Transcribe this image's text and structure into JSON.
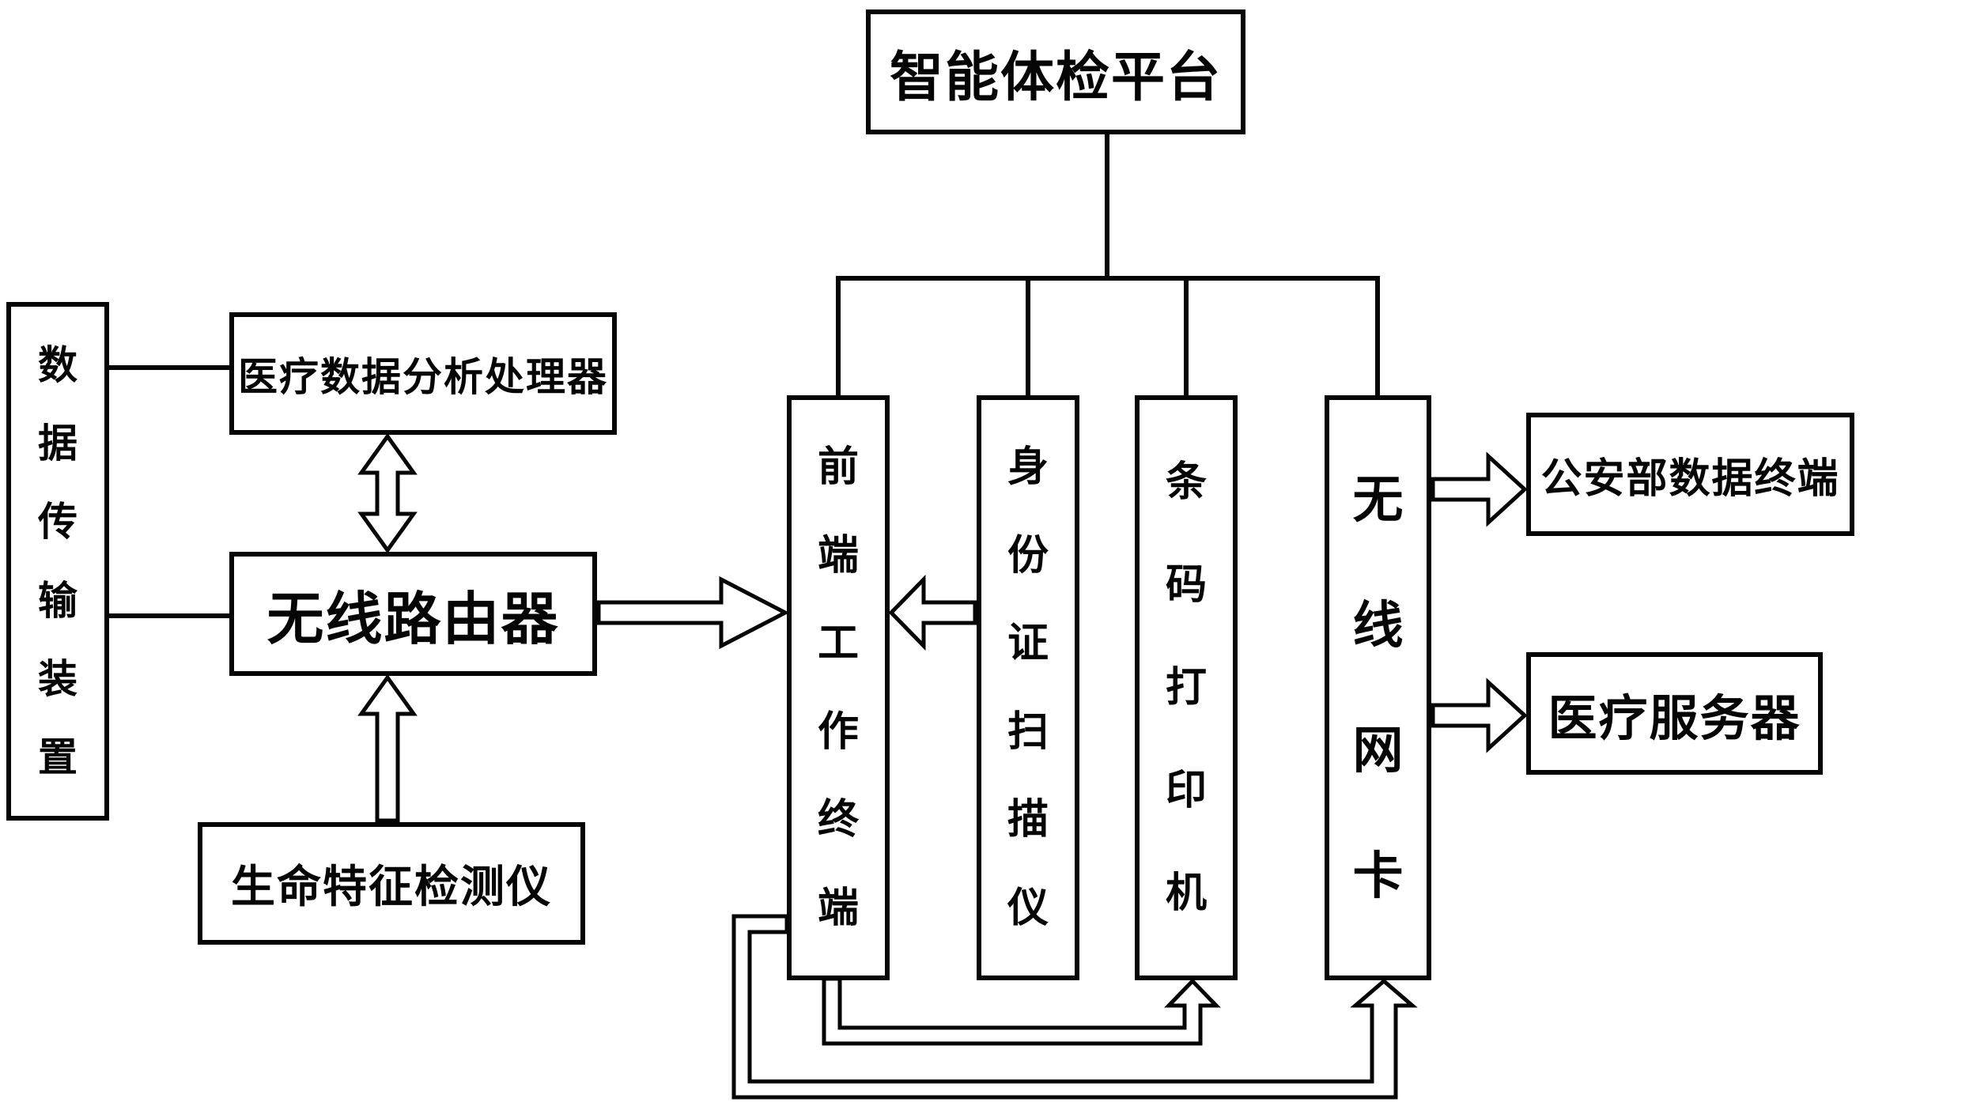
{
  "diagram": {
    "title": "智能体检平台",
    "colors": {
      "line": "#050505",
      "background": "#ffffff",
      "box_fill": "#ffffff"
    },
    "nodes": {
      "platform": {
        "label": "智能体检平台"
      },
      "data_transmission": {
        "label": "数据传输装置"
      },
      "processor": {
        "label": "医疗数据分析处理器"
      },
      "router": {
        "label": "无线路由器"
      },
      "vital_detector": {
        "label": "生命特征检测仪"
      },
      "front_terminal": {
        "label": "前端工作终端"
      },
      "id_scanner": {
        "label": "身份证扫描仪"
      },
      "barcode_printer": {
        "label": "条码打印机"
      },
      "wireless_nic": {
        "label": "无线网卡"
      },
      "psb_terminal": {
        "label": "公安部数据终端"
      },
      "medical_server": {
        "label": "医疗服务器"
      }
    },
    "edges": [
      {
        "from": "数据传输装置",
        "to": "医疗数据分析处理器",
        "style": "line"
      },
      {
        "from": "数据传输装置",
        "to": "无线路由器",
        "style": "line"
      },
      {
        "from": "医疗数据分析处理器",
        "to": "无线路由器",
        "style": "hollow-double-arrow"
      },
      {
        "from": "生命特征检测仪",
        "to": "无线路由器",
        "style": "hollow-arrow"
      },
      {
        "from": "无线路由器",
        "to": "前端工作终端",
        "style": "hollow-arrow"
      },
      {
        "from": "身份证扫描仪",
        "to": "前端工作终端",
        "style": "hollow-arrow"
      },
      {
        "from": "智能体检平台",
        "to": "前端工作终端",
        "style": "line"
      },
      {
        "from": "智能体检平台",
        "to": "身份证扫描仪",
        "style": "line"
      },
      {
        "from": "智能体检平台",
        "to": "条码打印机",
        "style": "line"
      },
      {
        "from": "智能体检平台",
        "to": "无线网卡",
        "style": "line"
      },
      {
        "from": "前端工作终端",
        "to": "条码打印机",
        "style": "hollow-arrow-routed"
      },
      {
        "from": "前端工作终端",
        "to": "无线网卡",
        "style": "hollow-arrow-routed"
      },
      {
        "from": "无线网卡",
        "to": "公安部数据终端",
        "style": "hollow-arrow"
      },
      {
        "from": "无线网卡",
        "to": "医疗服务器",
        "style": "hollow-arrow"
      }
    ]
  }
}
